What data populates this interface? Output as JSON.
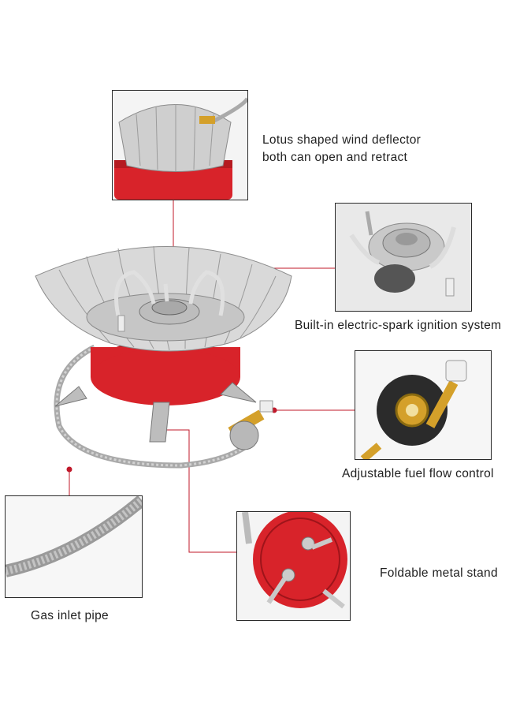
{
  "features": [
    {
      "id": "wind-deflector",
      "caption_line1": "Lotus shaped wind deflector",
      "caption_line2": "both can open and retract"
    },
    {
      "id": "ignition",
      "caption": "Built-in electric-spark ignition system"
    },
    {
      "id": "fuel-flow",
      "caption": "Adjustable fuel flow control"
    },
    {
      "id": "stand",
      "caption": "Foldable metal stand"
    },
    {
      "id": "pipe",
      "caption": "Gas inlet pipe"
    }
  ],
  "colors": {
    "accent_line": "#c0182a",
    "stove_red": "#d8232a",
    "steel": "#c9c9c9",
    "brass": "#d4a02a"
  }
}
